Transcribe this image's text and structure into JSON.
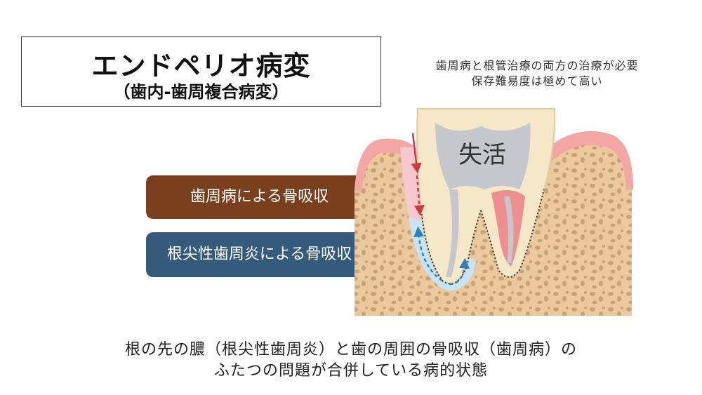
{
  "title": {
    "main": "エンドペリオ病変",
    "sub": "（歯内-歯周複合病変）"
  },
  "note": {
    "line1": "歯周病と根管治療の両方の治療が必要",
    "line2": "保存難易度は極めて高い"
  },
  "labels": {
    "perio_bone_loss": "歯周病による骨吸収",
    "apical_bone_loss": "根尖性歯周炎による骨吸収"
  },
  "diagram": {
    "tooth_text": "失活",
    "colors": {
      "bone": "#ecc99c",
      "gum": "#f4a6a4",
      "enamel": "#f5e8c8",
      "pulp_dead": "#c4c8cc",
      "pulp_live": "#f08f8f",
      "perio_lesion": "#f7c8cf",
      "apical_lesion": "#c8e4f4",
      "perio_arrow": "#d23a3a",
      "apical_arrow": "#2f7fc0"
    }
  },
  "caption": {
    "line1": "根の先の膿（根尖性歯周炎）と歯の周囲の骨吸収（歯周病）の",
    "line2": "ふたつの問題が合併している病的状態"
  }
}
